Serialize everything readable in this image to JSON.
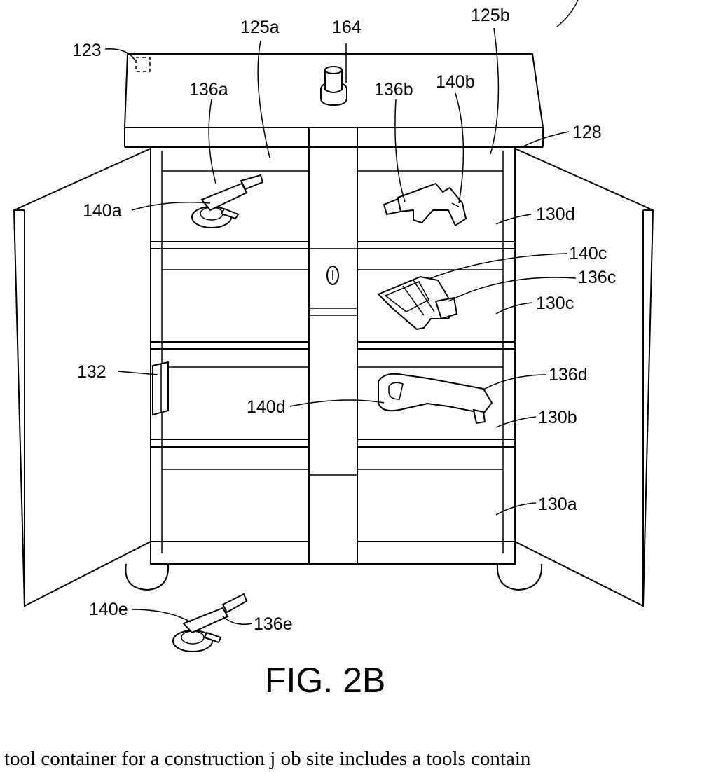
{
  "figure": {
    "title": "FIG. 2B",
    "caption": "tool container for a construction j ob site includes a tools contain",
    "reference_labels": {
      "container": "123",
      "compartment_left": "125a",
      "compartment_right": "125b",
      "indicator": "164",
      "door": "128",
      "tool_a": "136a",
      "tool_b": "136b",
      "tool_c": "136c",
      "tool_d": "136d",
      "tool_e": "136e",
      "tag_a": "140a",
      "tag_b": "140b",
      "tag_c": "140c",
      "tag_d": "140d",
      "tag_e": "140e",
      "shelf_a": "130a",
      "shelf_b": "130b",
      "shelf_c": "130c",
      "shelf_d": "130d",
      "reader": "132"
    }
  }
}
